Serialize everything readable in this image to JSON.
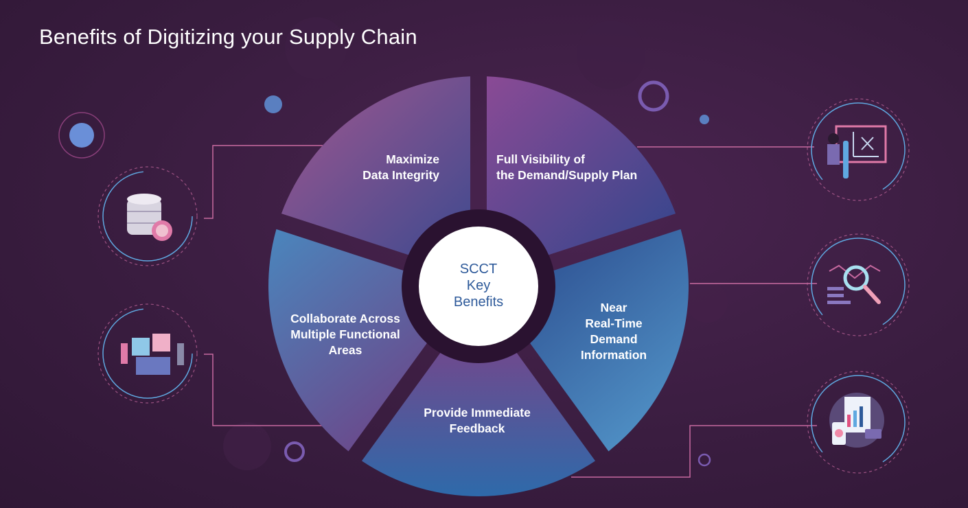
{
  "title": "Benefits of Digitizing your Supply Chain",
  "center": {
    "line1": "SCCT",
    "line2": "Key",
    "line3": "Benefits"
  },
  "segments": [
    {
      "line1": "Maximize",
      "line2": "Data Integrity"
    },
    {
      "line1": "Full Visibility of",
      "line2": "the Demand/Supply Plan"
    },
    {
      "line1": "Near",
      "line2": "Real-Time",
      "line3": "Demand",
      "line4": "Information"
    },
    {
      "line1": "Provide Immediate",
      "line2": "Feedback"
    },
    {
      "line1": "Collaborate Across",
      "line2": "Multiple Functional",
      "line3": "Areas"
    }
  ],
  "colors": {
    "background": "#3a1d40",
    "connector": "#c86aa0",
    "ring": "#5fa8e0",
    "center_text": "#2e5a9a"
  }
}
